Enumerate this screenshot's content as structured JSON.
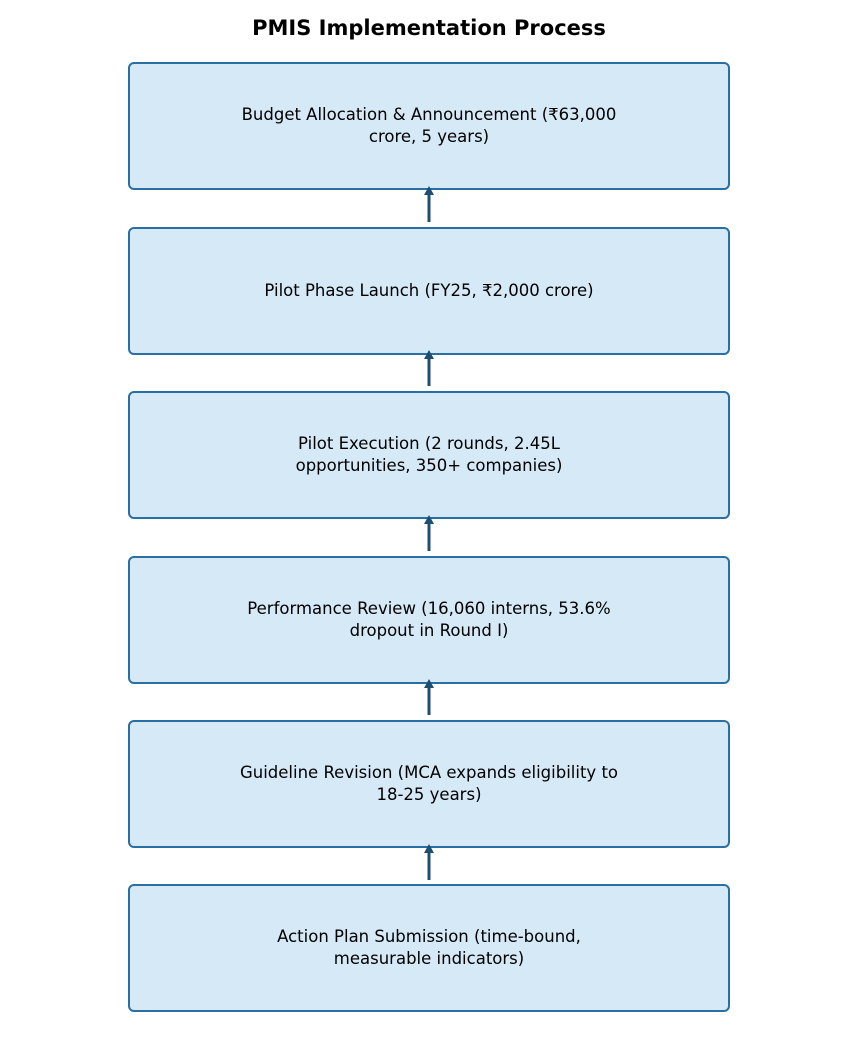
{
  "diagram": {
    "title": "PMIS Implementation Process",
    "colors": {
      "box_fill": "#d6e9f7",
      "box_border": "#2a6fa3",
      "arrow": "#1d4f73"
    },
    "steps": [
      {
        "label": "Budget Allocation & Announcement (₹63,000 crore, 5 years)"
      },
      {
        "label": "Pilot Phase Launch (FY25, ₹2,000 crore)"
      },
      {
        "label": "Pilot Execution (2 rounds, 2.45L opportunities, 350+ companies)"
      },
      {
        "label": "Performance Review (16,060 interns, 53.6% dropout in Round I)"
      },
      {
        "label": "Guideline Revision (MCA expands eligibility to 18-25 years)"
      },
      {
        "label": "Action Plan Submission (time-bound, measurable indicators)"
      }
    ],
    "connectors": [
      {
        "from": 1,
        "to": 0,
        "icon": "arrow-up-icon"
      },
      {
        "from": 2,
        "to": 1,
        "icon": "arrow-up-icon"
      },
      {
        "from": 3,
        "to": 2,
        "icon": "arrow-up-icon"
      },
      {
        "from": 4,
        "to": 3,
        "icon": "arrow-up-icon"
      },
      {
        "from": 5,
        "to": 4,
        "icon": "arrow-up-icon"
      }
    ]
  }
}
